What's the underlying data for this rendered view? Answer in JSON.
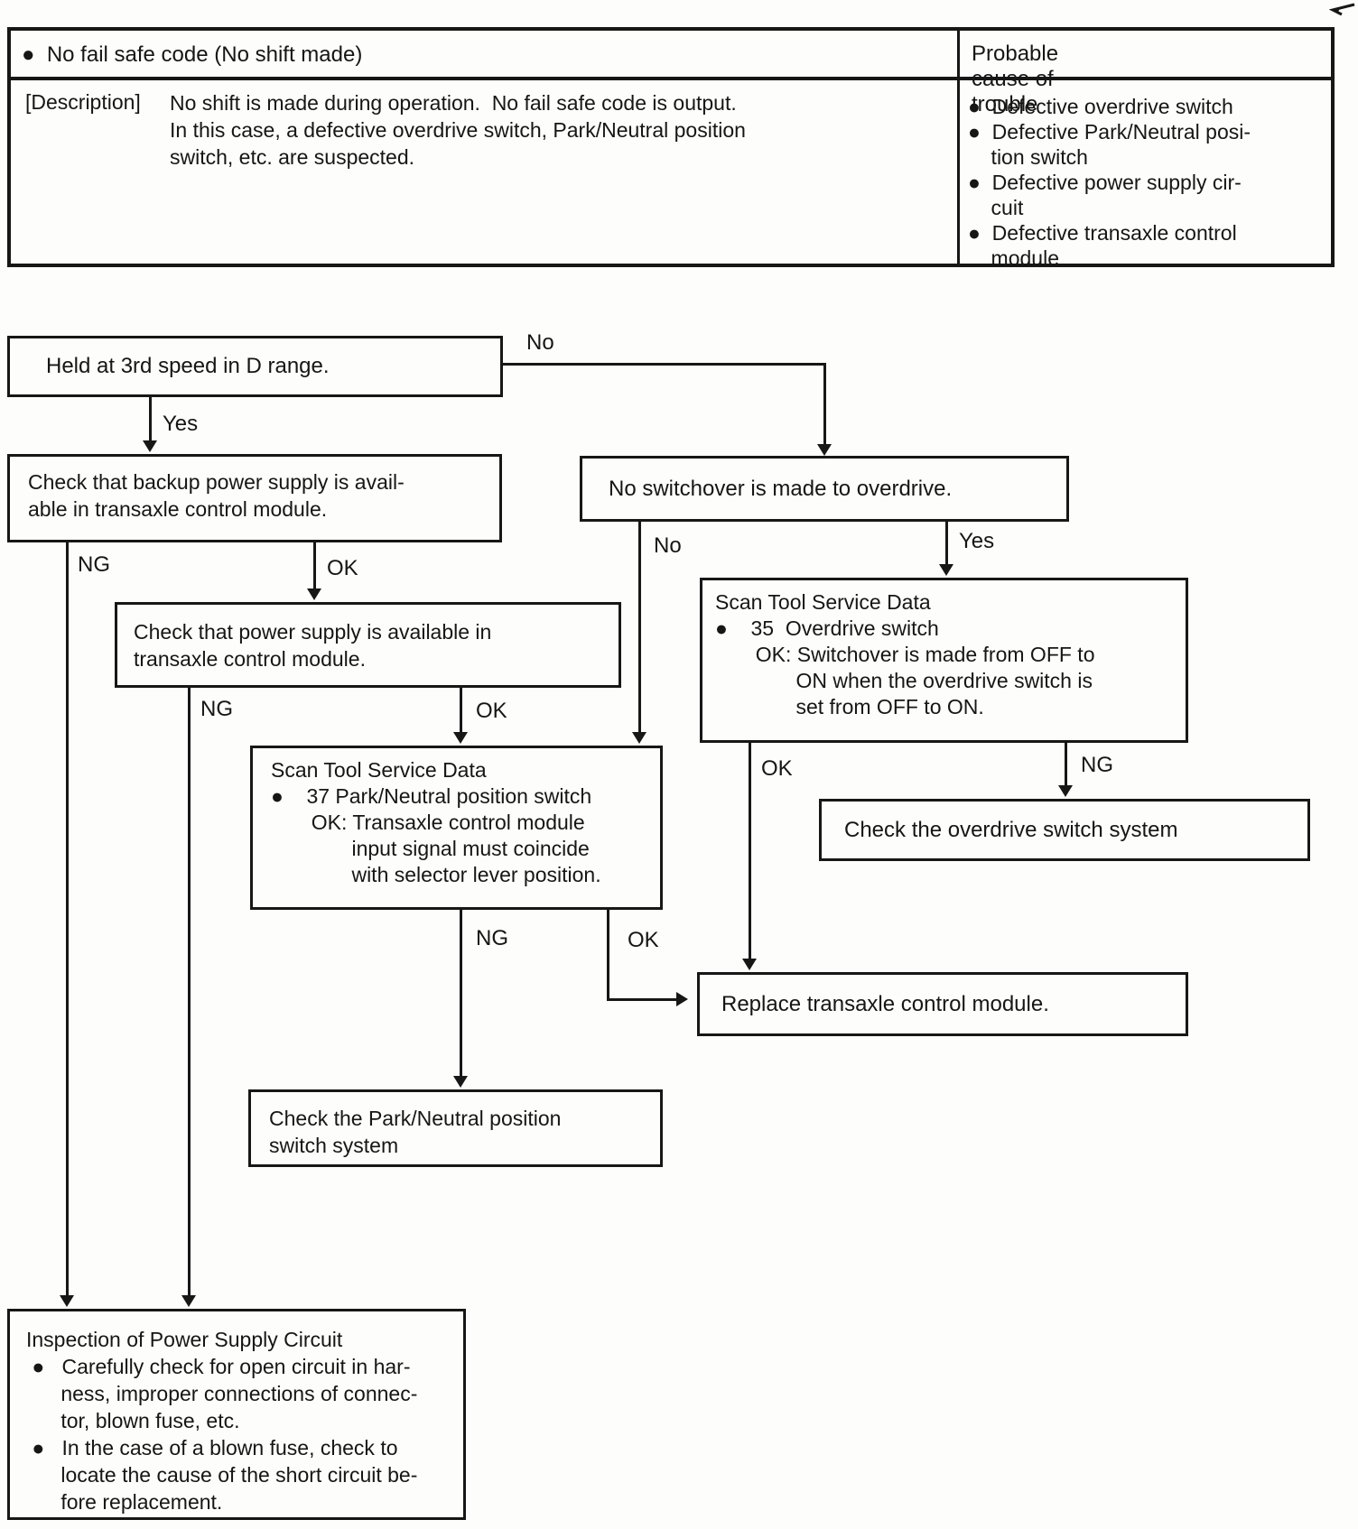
{
  "table": {
    "header_left": "●  No fail safe code (No shift made)",
    "header_right": "Probable cause of trouble",
    "desc_label": "[Description]",
    "desc_lines": [
      "No shift is made during operation.  No fail safe code is output.",
      "In this case, a defective overdrive switch, Park/Neutral position",
      "switch, etc. are suspected."
    ],
    "causes": [
      "●  Defective overdrive switch",
      "●  Defective Park/Neutral posi-",
      "    tion switch",
      "●  Defective power supply cir-",
      "    cuit",
      "●  Defective transaxle control",
      "    module"
    ]
  },
  "flowchart": {
    "boxes": {
      "held": "Held at 3rd speed in D range.",
      "backup": [
        "Check that backup power supply is avail-",
        "able in transaxle control module."
      ],
      "power": [
        "Check that power supply is available in",
        "transaxle control module."
      ],
      "scan37": [
        "Scan Tool Service Data",
        "●    37 Park/Neutral position switch",
        "       OK: Transaxle control module",
        "              input signal must coincide",
        "              with selector lever position."
      ],
      "no_switchover": "No switchover is made to overdrive.",
      "scan35": [
        "Scan Tool Service Data",
        "●    35  Overdrive switch",
        "       OK: Switchover is made from OFF to",
        "              ON when the overdrive switch is",
        "              set from OFF to ON."
      ],
      "check_overdrive": "Check the overdrive switch system",
      "replace": "Replace transaxle control module.",
      "check_park_neutral": [
        "Check the Park/Neutral position",
        "switch system"
      ],
      "inspection": [
        "Inspection of Power Supply Circuit",
        " ●   Carefully check for open circuit in har-",
        "      ness, improper connections of connec-",
        "      tor, blown fuse, etc.",
        " ●   In the case of a blown fuse, check to",
        "      locate the cause of the short circuit be-",
        "      fore replacement."
      ]
    },
    "labels": {
      "held_no": "No",
      "held_yes": "Yes",
      "backup_ng": "NG",
      "backup_ok": "OK",
      "power_ng": "NG",
      "power_ok": "OK",
      "noswitch_no": "No",
      "noswitch_yes": "Yes",
      "scan35_ok": "OK",
      "scan35_ng": "NG",
      "scan37_ng": "NG",
      "scan37_ok": "OK"
    }
  },
  "colors": {
    "ink": "#171717",
    "paper": "#fdfdfb"
  }
}
